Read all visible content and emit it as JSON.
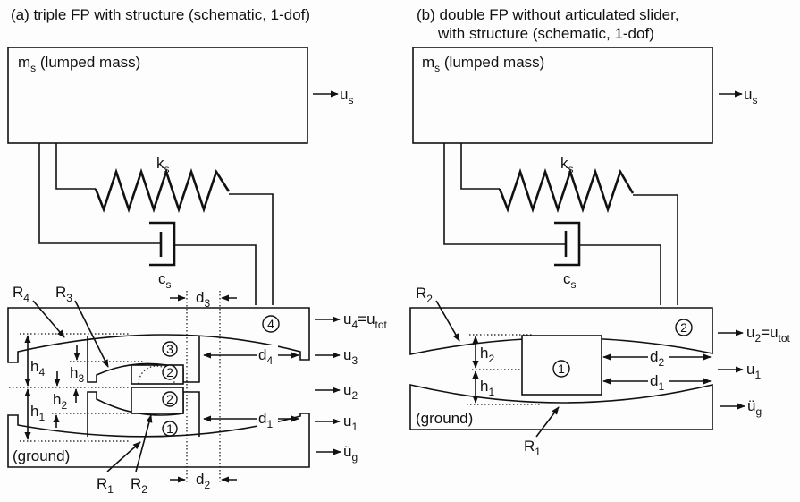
{
  "panel_a": {
    "title": "(a) triple FP with structure (schematic, 1-dof)",
    "mass_label": "m",
    "mass_sub": "s",
    "mass_desc": " (lumped mass)",
    "spring_label": "k",
    "spring_sub": "s",
    "damper_label": "c",
    "damper_sub": "s",
    "ground_label": "(ground)",
    "slider_numbers": [
      "1",
      "2",
      "2",
      "3",
      "4"
    ],
    "radii": [
      {
        "label": "R",
        "sub": "1"
      },
      {
        "label": "R",
        "sub": "2"
      },
      {
        "label": "R",
        "sub": "3"
      },
      {
        "label": "R",
        "sub": "4"
      }
    ],
    "heights": [
      {
        "label": "h",
        "sub": "1"
      },
      {
        "label": "h",
        "sub": "2"
      },
      {
        "label": "h",
        "sub": "3"
      },
      {
        "label": "h",
        "sub": "4"
      }
    ],
    "displacements": [
      {
        "label": "d",
        "sub": "1"
      },
      {
        "label": "d",
        "sub": "2"
      },
      {
        "label": "d",
        "sub": "3"
      },
      {
        "label": "d",
        "sub": "4"
      }
    ],
    "outputs": [
      {
        "label": "u",
        "sub": "s",
        "suffix": "",
        "suffix_sub": ""
      },
      {
        "label": "u",
        "sub": "4",
        "suffix": "=u",
        "suffix_sub": "tot"
      },
      {
        "label": "u",
        "sub": "3",
        "suffix": "",
        "suffix_sub": ""
      },
      {
        "label": "u",
        "sub": "2",
        "suffix": "",
        "suffix_sub": ""
      },
      {
        "label": "u",
        "sub": "1",
        "suffix": "",
        "suffix_sub": ""
      },
      {
        "label": "ü",
        "sub": "g",
        "suffix": "",
        "suffix_sub": ""
      }
    ]
  },
  "panel_b": {
    "title_line1": "(b) double FP without articulated slider,",
    "title_line2": "with structure (schematic, 1-dof)",
    "mass_label": "m",
    "mass_sub": "s",
    "mass_desc": " (lumped mass)",
    "spring_label": "k",
    "spring_sub": "s",
    "damper_label": "c",
    "damper_sub": "s",
    "ground_label": "(ground)",
    "slider_numbers": [
      "1",
      "2"
    ],
    "radii": [
      {
        "label": "R",
        "sub": "1"
      },
      {
        "label": "R",
        "sub": "2"
      }
    ],
    "heights": [
      {
        "label": "h",
        "sub": "1"
      },
      {
        "label": "h",
        "sub": "2"
      }
    ],
    "displacements": [
      {
        "label": "d",
        "sub": "1"
      },
      {
        "label": "d",
        "sub": "2"
      }
    ],
    "outputs": [
      {
        "label": "u",
        "sub": "s",
        "suffix": "",
        "suffix_sub": ""
      },
      {
        "label": "u",
        "sub": "2",
        "suffix": "=u",
        "suffix_sub": "tot"
      },
      {
        "label": "u",
        "sub": "1",
        "suffix": "",
        "suffix_sub": ""
      },
      {
        "label": "ü",
        "sub": "g",
        "suffix": "",
        "suffix_sub": ""
      }
    ]
  }
}
